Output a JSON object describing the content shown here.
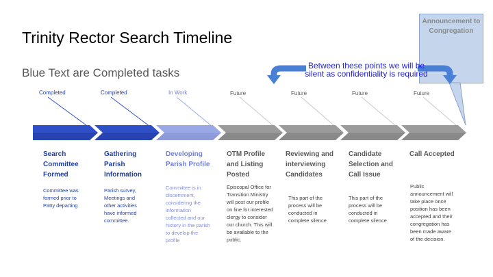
{
  "title": "Trinity Rector Search Timeline",
  "subtitle": "Blue Text are Completed tasks",
  "silent_note": "Between these points we will be silent as confidentiality is required",
  "announcement": "Announcement to Congregation",
  "colors": {
    "completed": "#2f4fc8",
    "completed_dark": "#1f3a9e",
    "in_work": "#9aa8e6",
    "future": "#9b9b9b",
    "future_dark": "#7a7a7a",
    "silent_text": "#1f1fe0",
    "arrow": "#4a7fd6"
  },
  "stages": [
    {
      "status": "Completed",
      "title": "Search Committee Formed",
      "description": "Committee was formed prior to Patty departing"
    },
    {
      "status": "Completed",
      "title": "Gathering Parish Information",
      "description": "Parish survey, Meetings and other activities have informed committee."
    },
    {
      "status": "In Work",
      "title": "Developing Parish Profile",
      "description": "Committee is in discernment, considering the information collected and our history in the parish to develop the profile"
    },
    {
      "status": "Future",
      "title": "OTM Profile and Listing Posted",
      "description": "Episcopal Office for Transition Ministry will post our profile on line for interested clergy to consider our church. This will be available to the public."
    },
    {
      "status": "Future",
      "title": "Reviewing and interviewing Candidates",
      "description": "This part of the process will be conducted in complete silence"
    },
    {
      "status": "Future",
      "title": "Candidate Selection and Call Issue",
      "description": "This part of the process will be conducted in complete silence"
    },
    {
      "status": "Future",
      "title": "Call Accepted",
      "description": "Public announcement will take place once position has been accepted and their congregation has been made aware of the decision."
    }
  ]
}
